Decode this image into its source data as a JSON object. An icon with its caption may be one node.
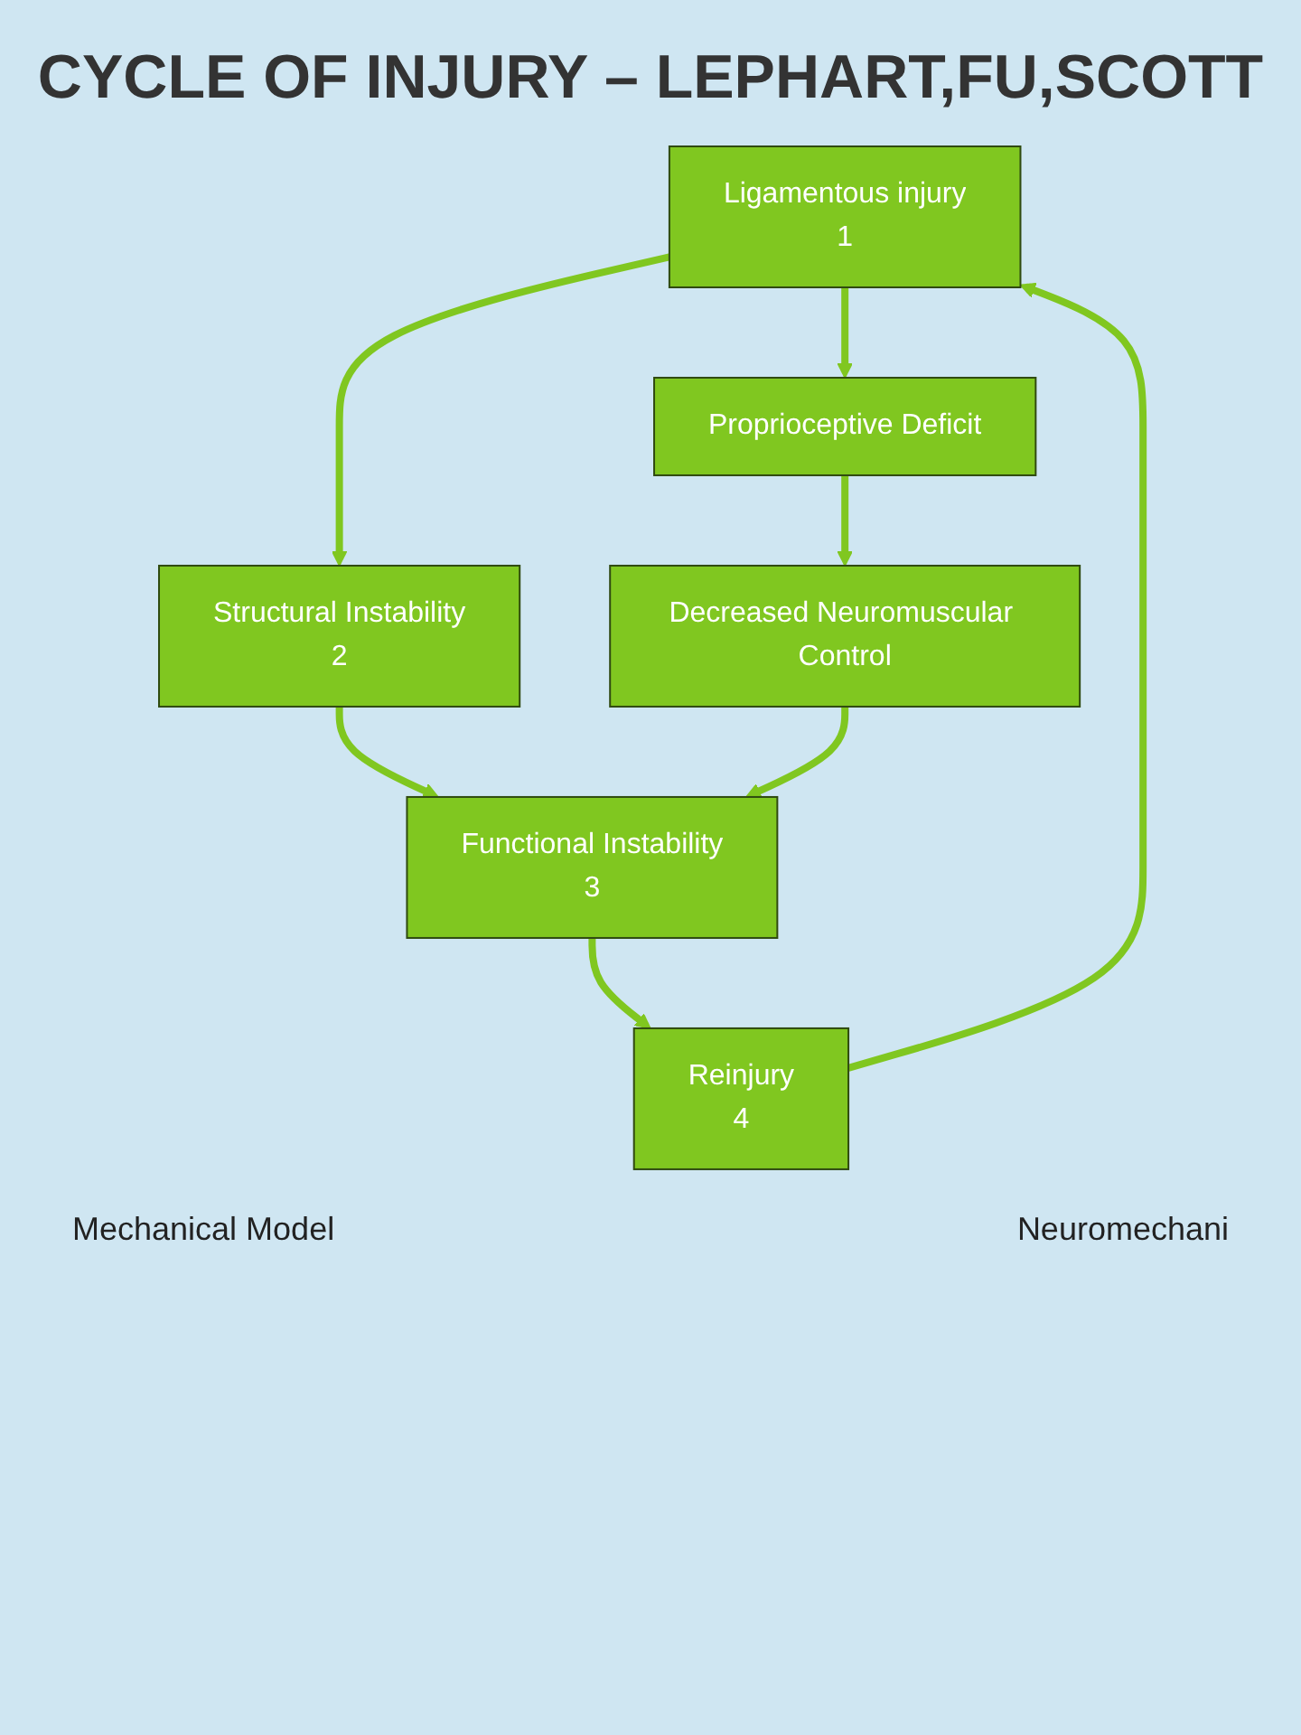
{
  "diagram": {
    "title": "CYCLE OF INJURY – LEPHART,FU,SCOTT",
    "nodes": [
      {
        "text": [
          "Ligamentous injury",
          "1"
        ]
      },
      {
        "text": [
          "Reinjury",
          "4"
        ]
      },
      {
        "text": [
          "Proprioceptive Deficit"
        ]
      },
      {
        "text": [
          "Structural Instability",
          "2"
        ]
      },
      {
        "text": [
          "Decreased Neuromuscular Control"
        ]
      },
      {
        "text": [
          "Functional Instability",
          "3"
        ]
      }
    ],
    "edges": [
      {
        "from": 1,
        "to": 0,
        "arrow": "to"
      },
      {
        "from": 0,
        "to": 2,
        "arrow": "to"
      },
      {
        "from": 0,
        "to": 3,
        "arrow": "to"
      },
      {
        "from": 2,
        "to": 4,
        "arrow": "to"
      },
      {
        "from": 3,
        "to": 5,
        "arrow": "to"
      },
      {
        "from": 4,
        "to": 5,
        "arrow": "to"
      },
      {
        "from": 5,
        "to": 1,
        "arrow": "to"
      }
    ],
    "labels": [
      "Mechanical Model",
      "Neuromechani"
    ]
  }
}
